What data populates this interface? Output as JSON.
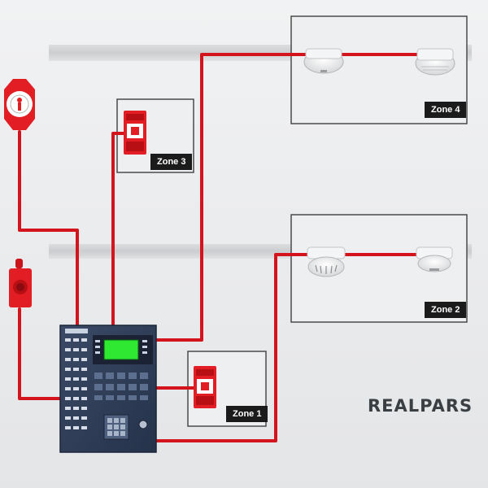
{
  "zones": {
    "zone1": "Zone 1",
    "zone2": "Zone 2",
    "zone3": "Zone 3",
    "zone4": "Zone 4"
  },
  "brand": {
    "name": "REALPARS"
  },
  "devices": [
    {
      "name": "fire-bell",
      "icon": "bell-icon"
    },
    {
      "name": "strobe-siren",
      "icon": "siren-icon"
    },
    {
      "name": "control-panel",
      "icon": "fire-alarm-panel-icon"
    },
    {
      "name": "manual-call-point",
      "icon": "pull-station-icon"
    },
    {
      "name": "smoke-detector",
      "icon": "smoke-detector-icon"
    }
  ],
  "colors": {
    "wire": "#d4141c",
    "device_red": "#e31d24",
    "panel": "#2f3d55",
    "display": "#2ee832",
    "label_bg": "#1b1b1b",
    "background": "#e9eaeb"
  }
}
